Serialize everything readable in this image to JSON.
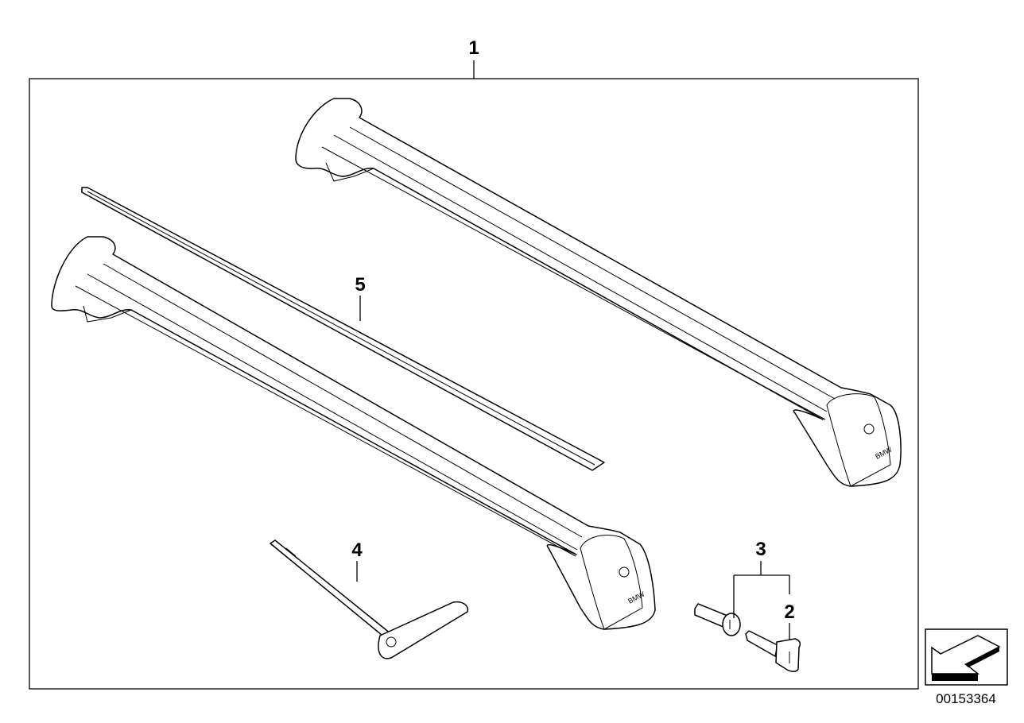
{
  "diagram": {
    "callouts": [
      {
        "id": "1",
        "label": "1"
      },
      {
        "id": "2",
        "label": "2"
      },
      {
        "id": "3",
        "label": "3"
      },
      {
        "id": "4",
        "label": "4"
      },
      {
        "id": "5",
        "label": "5"
      }
    ],
    "brand_marking": "BMW",
    "diagram_number": "00153364",
    "icons": [
      "direction-arrow-icon"
    ]
  }
}
